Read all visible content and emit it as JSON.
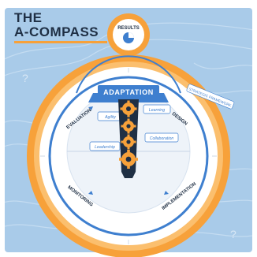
{
  "title": {
    "line1": "THE",
    "line2": "A-COMPASS"
  },
  "results_label": "RESULTS",
  "top_banner": "ADAPTATION",
  "phases": {
    "top_left": "EVALUATION",
    "top_right": "DESIGN",
    "bottom_left": "MONITORING",
    "bottom_right": "IMPLEMENTATION"
  },
  "bezel_tag": "STRATEGIC FRAMEWORK",
  "inner_labels": {
    "agility": "Agility",
    "learning": "Learning",
    "collaboration": "Collaboration",
    "leadership": "Leadership"
  },
  "map_marks": {
    "question_1": "?",
    "question_2": "?"
  },
  "colors": {
    "orange": "#f7a13a",
    "orange_dark": "#e8891f",
    "blue": "#3e7fcf",
    "sky": "#a9cbe9",
    "navy": "#1f2f44"
  }
}
